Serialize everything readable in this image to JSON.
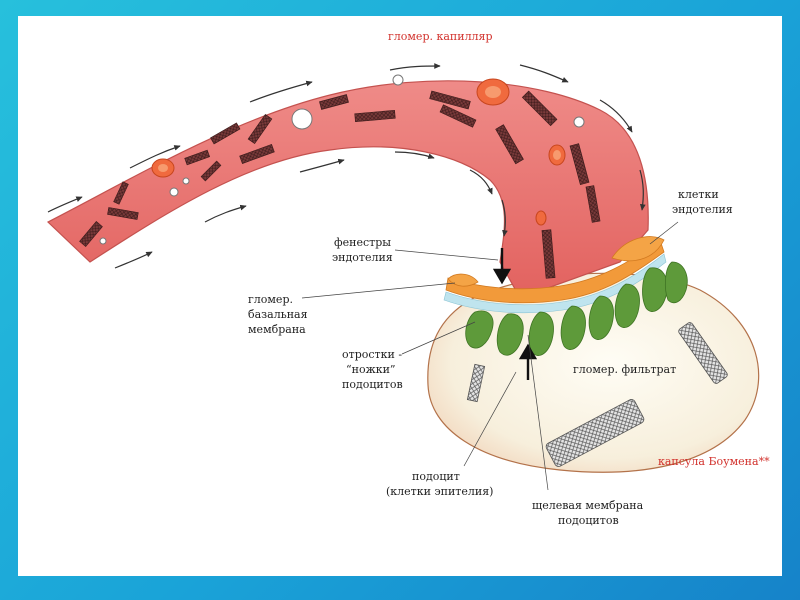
{
  "labels": {
    "capillary": "гломер. капилляр",
    "endothelial_cells_1": "клетки",
    "endothelial_cells_2": "эндотелия",
    "fenestrae_1": "фенестры",
    "fenestrae_2": "эндотелия",
    "gbm_1": "гломер.",
    "gbm_2": "базальная",
    "gbm_3": "мембрана",
    "foot_1": "отростки -",
    "foot_2": "“ножки”",
    "foot_3": "подоцитов",
    "filtrate": "гломер. фильтрат",
    "podocyte_1": "подоцит",
    "podocyte_2": "(клетки эпителия)",
    "slit_1": "щелевая мембрана",
    "slit_2": "подоцитов",
    "bowman": "капсула Боумена**"
  },
  "colors": {
    "frame_bg": "#27c0dc",
    "vessel": "#e8706e",
    "vessel_edge": "#c9504f",
    "endothelium": "#f29a3a",
    "foot_process": "#5e9a3a",
    "capsule": "#fbf6ea",
    "accent_label": "#d2322d"
  }
}
